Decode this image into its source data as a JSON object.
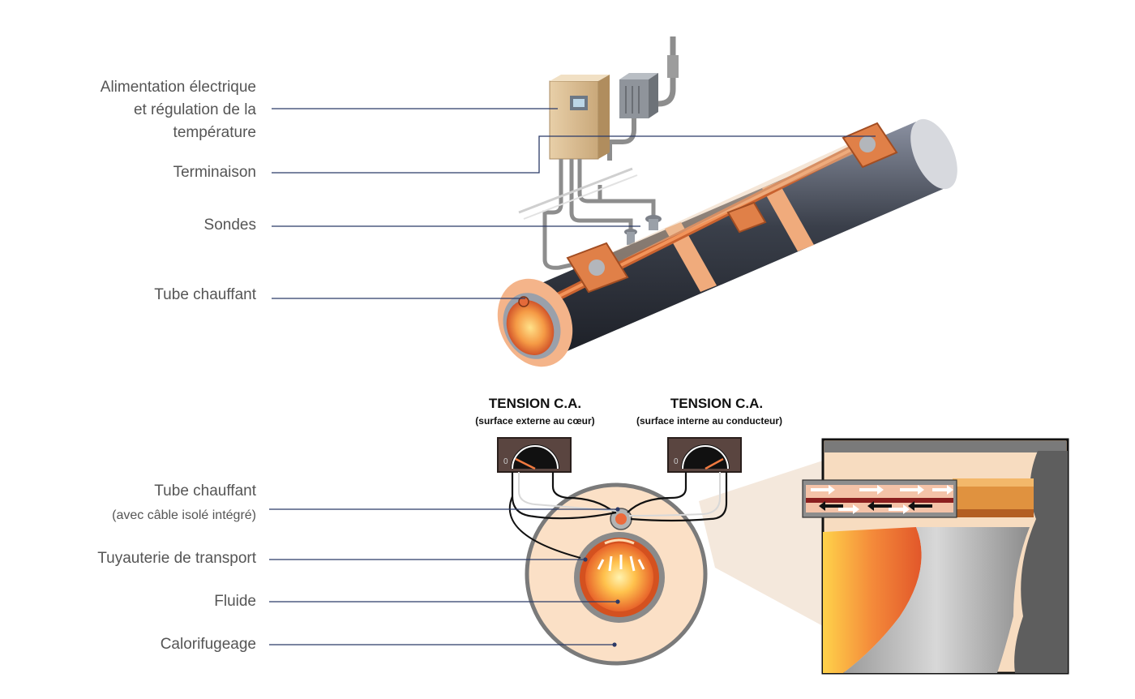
{
  "top_labels": {
    "power": [
      "Alimentation électrique",
      "et régulation de la",
      "température"
    ],
    "termination": "Terminaison",
    "probes": "Sondes",
    "heating_tube": "Tube chauffant"
  },
  "bottom_labels": {
    "heating_tube": "Tube chauffant",
    "heating_tube_note": "(avec câble isolé intégré)",
    "transport_pipe": "Tuyauterie de transport",
    "fluid": "Fluide",
    "insulation": "Calorifugeage"
  },
  "gauges": [
    {
      "title": "TENSION C.A.",
      "subtitle": "(surface externe au cœur)"
    },
    {
      "title": "TENSION C.A.",
      "subtitle": "(surface interne au conducteur)"
    }
  ],
  "gauge_glyph": "0",
  "colors": {
    "label_text": "#555555",
    "leader_line": "#2b3a67",
    "insulation": "#fbe0c6",
    "heating_copper": "#e07a3a",
    "pipe_jacket": "#3a3f4a",
    "fluid_core": "#ffd25a"
  }
}
